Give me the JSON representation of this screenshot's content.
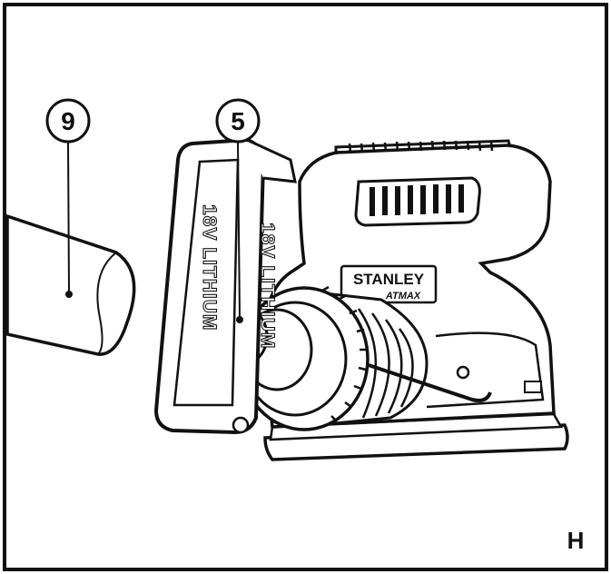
{
  "figure": {
    "label": "H",
    "callouts": [
      {
        "number": "9"
      },
      {
        "number": "5"
      }
    ],
    "battery_label": "18V LITHIUM",
    "brand": {
      "name": "STANLEY",
      "sub": "ATMAX"
    }
  }
}
